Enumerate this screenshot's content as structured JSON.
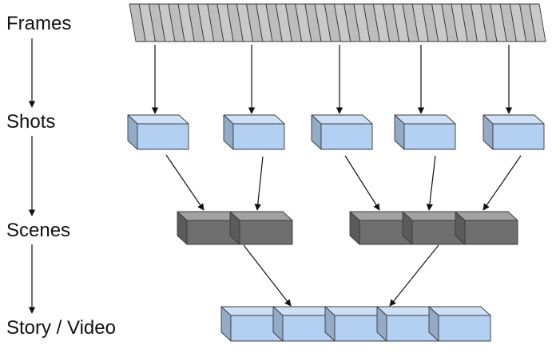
{
  "levels": {
    "frames": "Frames",
    "shots": "Shots",
    "scenes": "Scenes",
    "story": "Story / Video"
  },
  "colors": {
    "frame": "#c9c9c9",
    "shot": "#b3d0f2",
    "scene": "#6f6f6f",
    "story": "#b3d0f2",
    "arrow": "#111111"
  },
  "counts": {
    "frames": 42,
    "shots": 5,
    "scene_groups": [
      2,
      3
    ],
    "story_blocks": 5
  }
}
